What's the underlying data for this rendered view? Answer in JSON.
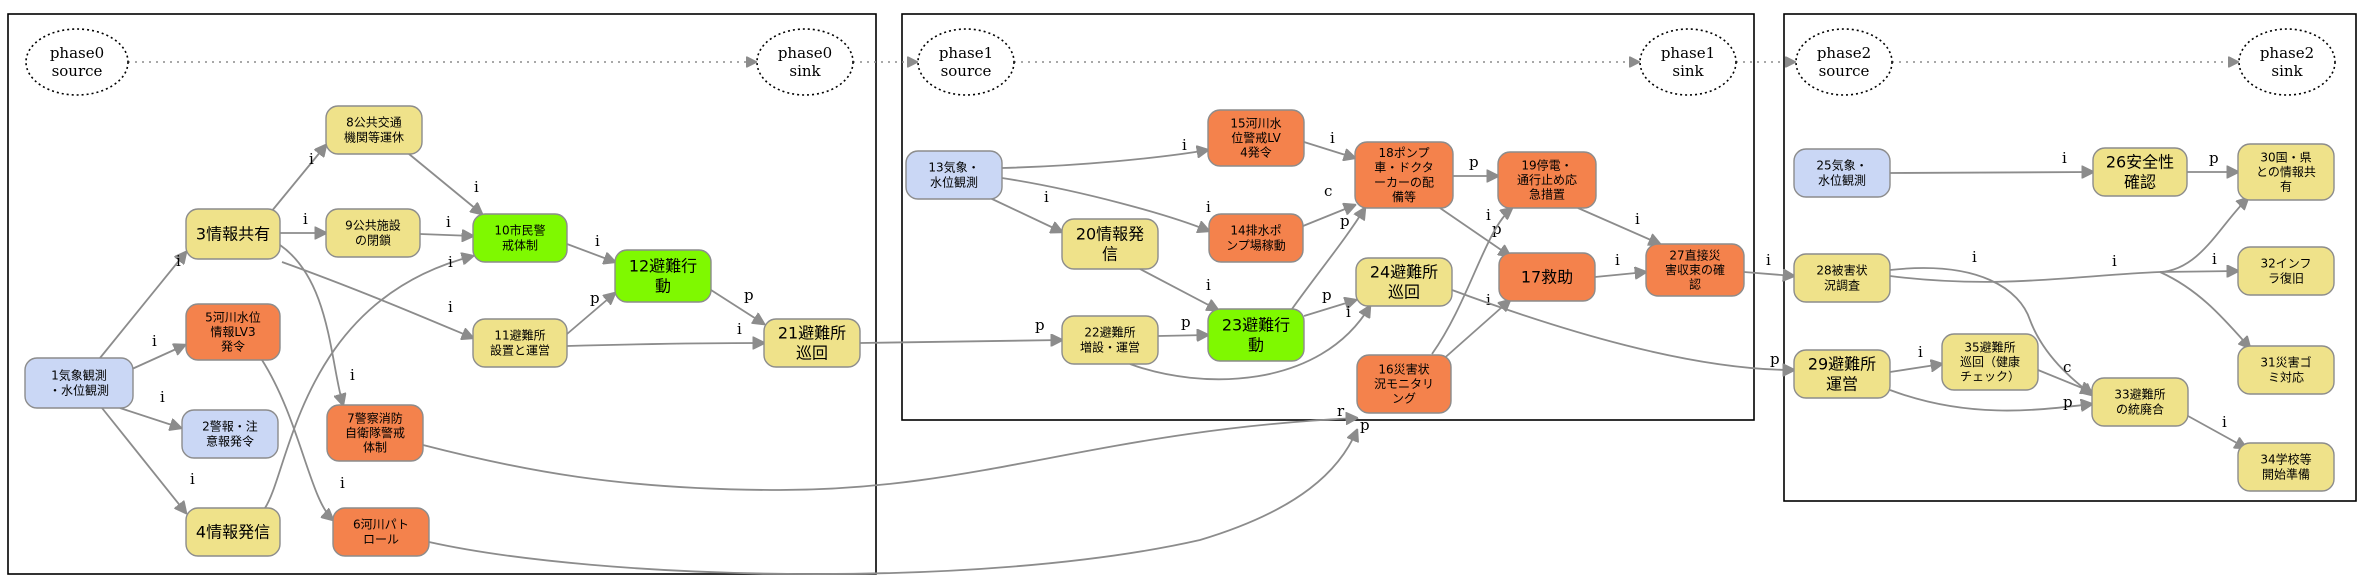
{
  "colors": {
    "blue": "#cad7f5",
    "yellow": "#efe28a",
    "orange": "#f4824c",
    "green": "#7ff900",
    "edge": "#8c8c8c"
  },
  "clusters": [
    "cluster0",
    "cluster1",
    "cluster2"
  ],
  "nodes": [
    {
      "id": "p0src",
      "shape": "ellipse",
      "lines": [
        "phase0",
        "source"
      ]
    },
    {
      "id": "p0sink",
      "shape": "ellipse",
      "lines": [
        "phase0",
        "sink"
      ]
    },
    {
      "id": "p1src",
      "shape": "ellipse",
      "lines": [
        "phase1",
        "source"
      ]
    },
    {
      "id": "p1sink",
      "shape": "ellipse",
      "lines": [
        "phase1",
        "sink"
      ]
    },
    {
      "id": "p2src",
      "shape": "ellipse",
      "lines": [
        "phase2",
        "source"
      ]
    },
    {
      "id": "p2sink",
      "shape": "ellipse",
      "lines": [
        "phase2",
        "sink"
      ]
    },
    {
      "id": "n1",
      "color": "blue",
      "lines": [
        "1気象観測",
        "・水位観測"
      ]
    },
    {
      "id": "n2",
      "color": "blue",
      "lines": [
        "2警報・注",
        "意報発令"
      ]
    },
    {
      "id": "n3",
      "color": "yellow",
      "lines": [
        "3情報共有"
      ]
    },
    {
      "id": "n4",
      "color": "yellow",
      "lines": [
        "4情報発信"
      ]
    },
    {
      "id": "n5",
      "color": "orange",
      "lines": [
        "5河川水位",
        "情報LV3",
        "発令"
      ]
    },
    {
      "id": "n6",
      "color": "orange",
      "lines": [
        "6河川パト",
        "ロール"
      ]
    },
    {
      "id": "n7",
      "color": "orange",
      "lines": [
        "7警察消防",
        "自衛隊警戒",
        "体制"
      ]
    },
    {
      "id": "n8",
      "color": "yellow",
      "lines": [
        "8公共交通",
        "機関等運休"
      ]
    },
    {
      "id": "n9",
      "color": "yellow",
      "lines": [
        "9公共施設",
        "の閉鎖"
      ]
    },
    {
      "id": "n10",
      "color": "green",
      "lines": [
        "10市民警",
        "戒体制"
      ]
    },
    {
      "id": "n11",
      "color": "yellow",
      "lines": [
        "11避難所",
        "設置と運営"
      ]
    },
    {
      "id": "n12",
      "color": "green",
      "lines": [
        "12避難行",
        "動"
      ]
    },
    {
      "id": "n21",
      "color": "yellow",
      "lines": [
        "21避難所",
        "巡回"
      ]
    },
    {
      "id": "n13",
      "color": "blue",
      "lines": [
        "13気象・",
        "水位観測"
      ]
    },
    {
      "id": "n15",
      "color": "orange",
      "lines": [
        "15河川水",
        "位警戒LV",
        "4発令"
      ]
    },
    {
      "id": "n14",
      "color": "orange",
      "lines": [
        "14排水ポ",
        "ンプ場稼動"
      ]
    },
    {
      "id": "n20",
      "color": "yellow",
      "lines": [
        "20情報発",
        "信"
      ]
    },
    {
      "id": "n22",
      "color": "yellow",
      "lines": [
        "22避難所",
        "増設・運営"
      ]
    },
    {
      "id": "n23",
      "color": "green",
      "lines": [
        "23避難行",
        "動"
      ]
    },
    {
      "id": "n18",
      "color": "orange",
      "lines": [
        "18ポンプ",
        "車・ドクタ",
        "ーカーの配",
        "備等"
      ]
    },
    {
      "id": "n19",
      "color": "orange",
      "lines": [
        "19停電・",
        "通行止め応",
        "急措置"
      ]
    },
    {
      "id": "n17",
      "color": "orange",
      "lines": [
        "17救助"
      ]
    },
    {
      "id": "n24",
      "color": "yellow",
      "lines": [
        "24避難所",
        "巡回"
      ]
    },
    {
      "id": "n16",
      "color": "orange",
      "lines": [
        "16災害状",
        "況モニタリ",
        "ング"
      ]
    },
    {
      "id": "n27",
      "color": "orange",
      "lines": [
        "27直接災",
        "害収束の確",
        "認"
      ]
    },
    {
      "id": "n25",
      "color": "blue",
      "lines": [
        "25気象・",
        "水位観測"
      ]
    },
    {
      "id": "n26",
      "color": "yellow",
      "lines": [
        "26安全性",
        "確認"
      ]
    },
    {
      "id": "n30",
      "color": "yellow",
      "lines": [
        "30国・県",
        "との情報共",
        "有"
      ]
    },
    {
      "id": "n28",
      "color": "yellow",
      "lines": [
        "28被害状",
        "況調査"
      ]
    },
    {
      "id": "n32",
      "color": "yellow",
      "lines": [
        "32インフ",
        "ラ復旧"
      ]
    },
    {
      "id": "n31",
      "color": "yellow",
      "lines": [
        "31災害ゴ",
        "ミ対応"
      ]
    },
    {
      "id": "n29",
      "color": "yellow",
      "lines": [
        "29避難所",
        "運営"
      ]
    },
    {
      "id": "n35",
      "color": "yellow",
      "lines": [
        "35避難所",
        "巡回（健康",
        "チェック）"
      ]
    },
    {
      "id": "n33",
      "color": "yellow",
      "lines": [
        "33避難所",
        "の統廃合"
      ]
    },
    {
      "id": "n34",
      "color": "yellow",
      "lines": [
        "34学校等",
        "開始準備"
      ]
    }
  ],
  "edges": [
    {
      "id": "e_p0",
      "label": ""
    },
    {
      "id": "e_p0p1",
      "label": ""
    },
    {
      "id": "e_p1",
      "label": ""
    },
    {
      "id": "e_p1p2",
      "label": ""
    },
    {
      "id": "e_p2",
      "label": ""
    },
    {
      "id": "e1_3",
      "label": "i"
    },
    {
      "id": "e1_5",
      "label": "i"
    },
    {
      "id": "e1_2",
      "label": "i"
    },
    {
      "id": "e1_4",
      "label": "i"
    },
    {
      "id": "e3_8",
      "label": "i"
    },
    {
      "id": "e3_9",
      "label": "i"
    },
    {
      "id": "e3_11",
      "label": "i"
    },
    {
      "id": "e3_7",
      "label": "i"
    },
    {
      "id": "e8_10",
      "label": "i"
    },
    {
      "id": "e9_10",
      "label": "i"
    },
    {
      "id": "e4_10",
      "label": "i"
    },
    {
      "id": "e5_6",
      "label": "i"
    },
    {
      "id": "e10_12",
      "label": "i"
    },
    {
      "id": "e11_12",
      "label": "p"
    },
    {
      "id": "e12_21",
      "label": "p"
    },
    {
      "id": "e11_21",
      "label": "i"
    },
    {
      "id": "e21_22",
      "label": "p"
    },
    {
      "id": "e7_16",
      "label": "r"
    },
    {
      "id": "e6_16",
      "label": "p"
    },
    {
      "id": "e13_15",
      "label": "i"
    },
    {
      "id": "e13_14",
      "label": "i"
    },
    {
      "id": "e13_20",
      "label": "i"
    },
    {
      "id": "e15_18",
      "label": "i"
    },
    {
      "id": "e14_18",
      "label": "c"
    },
    {
      "id": "e20_23",
      "label": "i"
    },
    {
      "id": "e22_23",
      "label": "p"
    },
    {
      "id": "e23_18",
      "label": "p"
    },
    {
      "id": "e23_24",
      "label": "p"
    },
    {
      "id": "e22_24",
      "label": "i"
    },
    {
      "id": "e18_19",
      "label": "p"
    },
    {
      "id": "e18_17",
      "label": "p"
    },
    {
      "id": "e16_19",
      "label": "i"
    },
    {
      "id": "e16_17",
      "label": "i"
    },
    {
      "id": "e19_27",
      "label": "i"
    },
    {
      "id": "e17_27",
      "label": "i"
    },
    {
      "id": "e27_28",
      "label": "i"
    },
    {
      "id": "e24_29",
      "label": "p"
    },
    {
      "id": "e25_26",
      "label": "i"
    },
    {
      "id": "e26_30",
      "label": "p"
    },
    {
      "id": "e28_33",
      "label": "i"
    },
    {
      "id": "e28_30",
      "label": "i"
    },
    {
      "id": "e28_32",
      "label": "i"
    },
    {
      "id": "e28_31",
      "label": "i"
    },
    {
      "id": "e29_35",
      "label": "i"
    },
    {
      "id": "e29_33",
      "label": "p"
    },
    {
      "id": "e35_33",
      "label": "c"
    },
    {
      "id": "e33_34",
      "label": "i"
    }
  ]
}
